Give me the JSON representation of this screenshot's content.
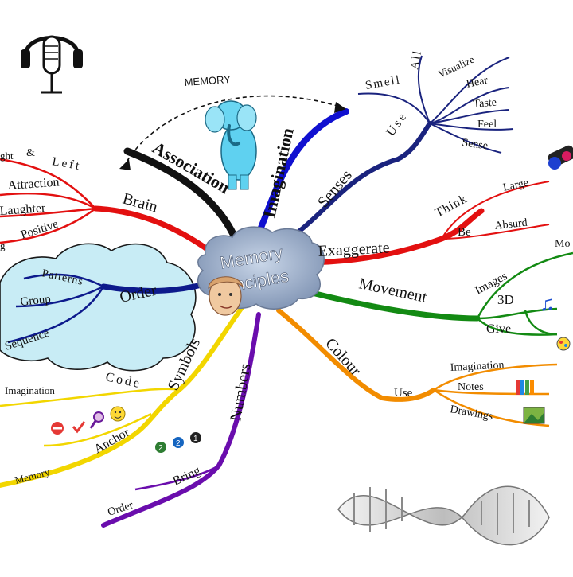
{
  "center": {
    "line1": "Memory",
    "line2": "Principles"
  },
  "memory_arc_label": "MEMORY",
  "branches": {
    "association": {
      "label": "Association",
      "color": "#111111"
    },
    "imagination": {
      "label": "Imagination",
      "color": "#1010d0"
    },
    "senses": {
      "label": "Senses",
      "color": "#1a237e",
      "use": "Use",
      "smell": "Smell",
      "all": "All",
      "items": [
        "Visualize",
        "Hear",
        "Taste",
        "Feel",
        "Sense"
      ]
    },
    "exaggerate": {
      "label": "Exaggerate",
      "color": "#e31010",
      "think": "Think",
      "large": "Large",
      "be": "Be",
      "absurd": "Absurd"
    },
    "movement": {
      "label": "Movement",
      "color": "#138a13",
      "images": "Images",
      "mo": "Mo",
      "three_d": "3D",
      "give": "Give"
    },
    "colour": {
      "label": "Colour",
      "color": "#f28c00",
      "use": "Use",
      "imagination": "Imagination",
      "notes": "Notes",
      "drawings": "Drawings"
    },
    "numbers": {
      "label": "Numbers",
      "color": "#6a0dad",
      "bring": "Bring",
      "order": "Order",
      "badges": [
        "2",
        "2",
        "1"
      ]
    },
    "symbols": {
      "label": "Symbols",
      "color": "#f2d600",
      "code": "Code",
      "imagination": "Imagination",
      "anchor": "Anchor",
      "memory": "Memory"
    },
    "order": {
      "label": "Order",
      "color": "#0d1a8c",
      "patterns": "Patterns",
      "group": "Group",
      "sequence": "Sequence"
    },
    "brain": {
      "label": "Brain",
      "color": "#e31010",
      "right_left_a": "ght",
      "amp": "&",
      "left": "Left",
      "attraction": "Attraction",
      "laughter": "Laughter",
      "positive": "Positive",
      "g": "g"
    }
  }
}
